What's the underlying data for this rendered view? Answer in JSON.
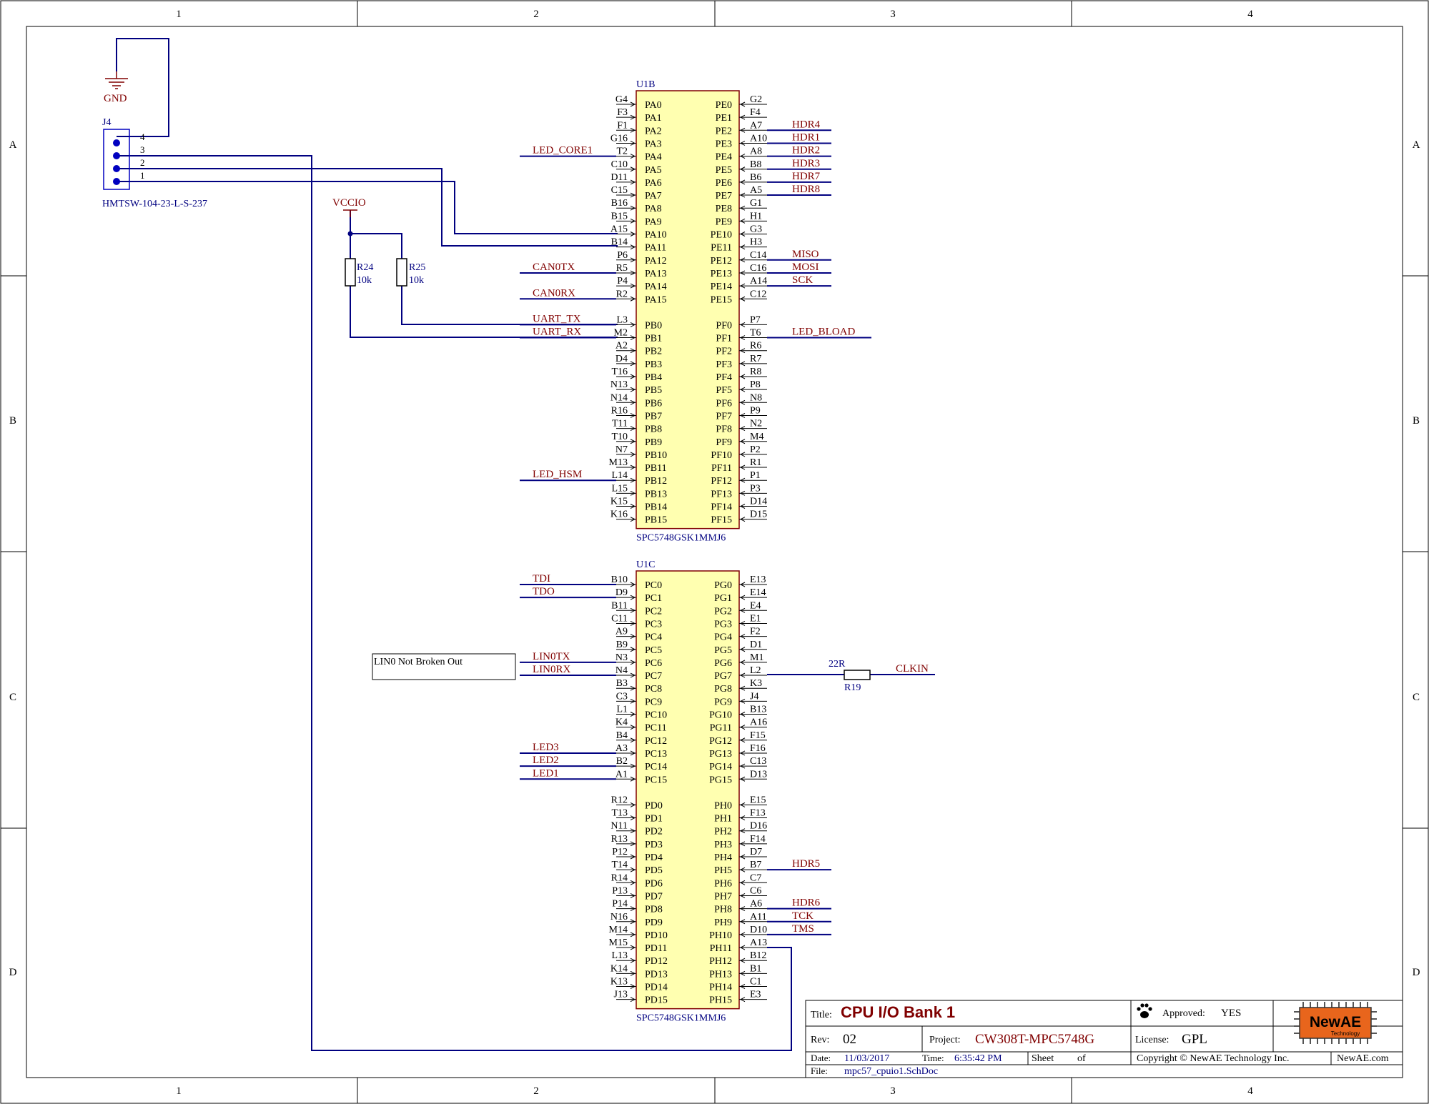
{
  "border": {
    "cols": [
      "1",
      "2",
      "3",
      "4"
    ],
    "rows": [
      "A",
      "B",
      "C",
      "D"
    ]
  },
  "colors": {
    "wire": "#000080",
    "net": "#800000",
    "chip_fill": "#FFFFB0",
    "chip_stroke": "#800000",
    "blue": "#0000C0",
    "frame": "#000000",
    "logo": "#E8651C"
  },
  "gnd": {
    "label": "GND"
  },
  "j4": {
    "ref": "J4",
    "part": "HMTSW-104-23-L-S-237",
    "pins": [
      "4",
      "3",
      "2",
      "1"
    ]
  },
  "vccio": {
    "label": "VCCIO"
  },
  "r24": {
    "ref": "R24",
    "value": "10k"
  },
  "r25": {
    "ref": "R25",
    "value": "10k"
  },
  "r19": {
    "ref": "R19",
    "value": "22R"
  },
  "u1b": {
    "ref": "U1B",
    "part": "SPC5748GSK1MMJ6",
    "left": [
      {
        "ball": "G4",
        "name": "PA0"
      },
      {
        "ball": "F3",
        "name": "PA1"
      },
      {
        "ball": "F1",
        "name": "PA2"
      },
      {
        "ball": "G16",
        "name": "PA3"
      },
      {
        "ball": "T2",
        "name": "PA4",
        "net": "LED_CORE1"
      },
      {
        "ball": "C10",
        "name": "PA5"
      },
      {
        "ball": "D11",
        "name": "PA6"
      },
      {
        "ball": "C15",
        "name": "PA7"
      },
      {
        "ball": "B16",
        "name": "PA8"
      },
      {
        "ball": "B15",
        "name": "PA9"
      },
      {
        "ball": "A15",
        "name": "PA10"
      },
      {
        "ball": "B14",
        "name": "PA11"
      },
      {
        "ball": "P6",
        "name": "PA12"
      },
      {
        "ball": "R5",
        "name": "PA13",
        "net": "CAN0TX"
      },
      {
        "ball": "P4",
        "name": "PA14"
      },
      {
        "ball": "R2",
        "name": "PA15",
        "net": "CAN0RX"
      },
      {
        "ball": "L3",
        "name": "PB0",
        "net": "UART_TX"
      },
      {
        "ball": "M2",
        "name": "PB1",
        "net": "UART_RX"
      },
      {
        "ball": "A2",
        "name": "PB2"
      },
      {
        "ball": "D4",
        "name": "PB3"
      },
      {
        "ball": "T16",
        "name": "PB4"
      },
      {
        "ball": "N13",
        "name": "PB5"
      },
      {
        "ball": "N14",
        "name": "PB6"
      },
      {
        "ball": "R16",
        "name": "PB7"
      },
      {
        "ball": "T11",
        "name": "PB8"
      },
      {
        "ball": "T10",
        "name": "PB9"
      },
      {
        "ball": "N7",
        "name": "PB10"
      },
      {
        "ball": "M13",
        "name": "PB11"
      },
      {
        "ball": "L14",
        "name": "PB12",
        "net": "LED_HSM"
      },
      {
        "ball": "L15",
        "name": "PB13"
      },
      {
        "ball": "K15",
        "name": "PB14"
      },
      {
        "ball": "K16",
        "name": "PB15"
      }
    ],
    "right": [
      {
        "ball": "G2",
        "name": "PE0"
      },
      {
        "ball": "F4",
        "name": "PE1"
      },
      {
        "ball": "A7",
        "name": "PE2",
        "net": "HDR4"
      },
      {
        "ball": "A10",
        "name": "PE3",
        "net": "HDR1"
      },
      {
        "ball": "A8",
        "name": "PE4",
        "net": "HDR2"
      },
      {
        "ball": "B8",
        "name": "PE5",
        "net": "HDR3"
      },
      {
        "ball": "B6",
        "name": "PE6",
        "net": "HDR7"
      },
      {
        "ball": "A5",
        "name": "PE7",
        "net": "HDR8"
      },
      {
        "ball": "G1",
        "name": "PE8"
      },
      {
        "ball": "H1",
        "name": "PE9"
      },
      {
        "ball": "G3",
        "name": "PE10"
      },
      {
        "ball": "H3",
        "name": "PE11"
      },
      {
        "ball": "C14",
        "name": "PE12",
        "net": "MISO"
      },
      {
        "ball": "C16",
        "name": "PE13",
        "net": "MOSI"
      },
      {
        "ball": "A14",
        "name": "PE14",
        "net": "SCK"
      },
      {
        "ball": "C12",
        "name": "PE15"
      },
      {
        "ball": "P7",
        "name": "PF0"
      },
      {
        "ball": "T6",
        "name": "PF1",
        "net": "LED_BLOAD"
      },
      {
        "ball": "R6",
        "name": "PF2"
      },
      {
        "ball": "R7",
        "name": "PF3"
      },
      {
        "ball": "R8",
        "name": "PF4"
      },
      {
        "ball": "P8",
        "name": "PF5"
      },
      {
        "ball": "N8",
        "name": "PF6"
      },
      {
        "ball": "P9",
        "name": "PF7"
      },
      {
        "ball": "N2",
        "name": "PF8"
      },
      {
        "ball": "M4",
        "name": "PF9"
      },
      {
        "ball": "P2",
        "name": "PF10"
      },
      {
        "ball": "R1",
        "name": "PF11"
      },
      {
        "ball": "P1",
        "name": "PF12"
      },
      {
        "ball": "P3",
        "name": "PF13"
      },
      {
        "ball": "D14",
        "name": "PF14"
      },
      {
        "ball": "D15",
        "name": "PF15"
      }
    ]
  },
  "u1c": {
    "ref": "U1C",
    "part": "SPC5748GSK1MMJ6",
    "left": [
      {
        "ball": "B10",
        "name": "PC0",
        "net": "TDI"
      },
      {
        "ball": "D9",
        "name": "PC1",
        "net": "TDO"
      },
      {
        "ball": "B11",
        "name": "PC2"
      },
      {
        "ball": "C11",
        "name": "PC3"
      },
      {
        "ball": "A9",
        "name": "PC4"
      },
      {
        "ball": "B9",
        "name": "PC5"
      },
      {
        "ball": "N3",
        "name": "PC6",
        "net": "LIN0TX"
      },
      {
        "ball": "N4",
        "name": "PC7",
        "net": "LIN0RX"
      },
      {
        "ball": "B3",
        "name": "PC8"
      },
      {
        "ball": "C3",
        "name": "PC9"
      },
      {
        "ball": "L1",
        "name": "PC10"
      },
      {
        "ball": "K4",
        "name": "PC11"
      },
      {
        "ball": "B4",
        "name": "PC12"
      },
      {
        "ball": "A3",
        "name": "PC13",
        "net": "LED3"
      },
      {
        "ball": "B2",
        "name": "PC14",
        "net": "LED2"
      },
      {
        "ball": "A1",
        "name": "PC15",
        "net": "LED1"
      },
      {
        "ball": "R12",
        "name": "PD0"
      },
      {
        "ball": "T13",
        "name": "PD1"
      },
      {
        "ball": "N11",
        "name": "PD2"
      },
      {
        "ball": "R13",
        "name": "PD3"
      },
      {
        "ball": "P12",
        "name": "PD4"
      },
      {
        "ball": "T14",
        "name": "PD5"
      },
      {
        "ball": "R14",
        "name": "PD6"
      },
      {
        "ball": "P13",
        "name": "PD7"
      },
      {
        "ball": "P14",
        "name": "PD8"
      },
      {
        "ball": "N16",
        "name": "PD9"
      },
      {
        "ball": "M14",
        "name": "PD10"
      },
      {
        "ball": "M15",
        "name": "PD11"
      },
      {
        "ball": "L13",
        "name": "PD12"
      },
      {
        "ball": "K14",
        "name": "PD13"
      },
      {
        "ball": "K13",
        "name": "PD14"
      },
      {
        "ball": "J13",
        "name": "PD15"
      }
    ],
    "right": [
      {
        "ball": "E13",
        "name": "PG0"
      },
      {
        "ball": "E14",
        "name": "PG1"
      },
      {
        "ball": "E4",
        "name": "PG2"
      },
      {
        "ball": "E1",
        "name": "PG3"
      },
      {
        "ball": "F2",
        "name": "PG4"
      },
      {
        "ball": "D1",
        "name": "PG5"
      },
      {
        "ball": "M1",
        "name": "PG6"
      },
      {
        "ball": "L2",
        "name": "PG7"
      },
      {
        "ball": "K3",
        "name": "PG8"
      },
      {
        "ball": "J4",
        "name": "PG9"
      },
      {
        "ball": "B13",
        "name": "PG10"
      },
      {
        "ball": "A16",
        "name": "PG11"
      },
      {
        "ball": "F15",
        "name": "PG12"
      },
      {
        "ball": "F16",
        "name": "PG13"
      },
      {
        "ball": "C13",
        "name": "PG14"
      },
      {
        "ball": "D13",
        "name": "PG15"
      },
      {
        "ball": "E15",
        "name": "PH0"
      },
      {
        "ball": "F13",
        "name": "PH1"
      },
      {
        "ball": "D16",
        "name": "PH2"
      },
      {
        "ball": "F14",
        "name": "PH3"
      },
      {
        "ball": "D7",
        "name": "PH4"
      },
      {
        "ball": "B7",
        "name": "PH5",
        "net": "HDR5"
      },
      {
        "ball": "C7",
        "name": "PH6"
      },
      {
        "ball": "C6",
        "name": "PH7"
      },
      {
        "ball": "A6",
        "name": "PH8",
        "net": "HDR6"
      },
      {
        "ball": "A11",
        "name": "PH9",
        "net": "TCK"
      },
      {
        "ball": "D10",
        "name": "PH10",
        "net": "TMS"
      },
      {
        "ball": "A13",
        "name": "PH11"
      },
      {
        "ball": "B12",
        "name": "PH12"
      },
      {
        "ball": "B1",
        "name": "PH13"
      },
      {
        "ball": "C1",
        "name": "PH14"
      },
      {
        "ball": "E3",
        "name": "PH15"
      }
    ]
  },
  "clkin": {
    "label": "CLKIN"
  },
  "note": {
    "text": "LIN0 Not Broken Out"
  },
  "titleblock": {
    "title_label": "Title:",
    "title": "CPU I/O Bank 1",
    "approved_label": "Approved:",
    "approved": "YES",
    "rev_label": "Rev:",
    "rev": "02",
    "project_label": "Project:",
    "project": "CW308T-MPC5748G",
    "license_label": "License:",
    "license": "GPL",
    "date_label": "Date:",
    "date": "11/03/2017",
    "time_label": "Time:",
    "time": "6:35:42 PM",
    "sheet_label": "Sheet",
    "of_label": "of",
    "copyright": "Copyright © NewAE Technology Inc.",
    "site": "NewAE.com",
    "file_label": "File:",
    "file": "mpc57_cpuio1.SchDoc",
    "logo_text": "NewAE",
    "logo_sub": "Technology",
    "paw_icon": "paw-icon"
  }
}
